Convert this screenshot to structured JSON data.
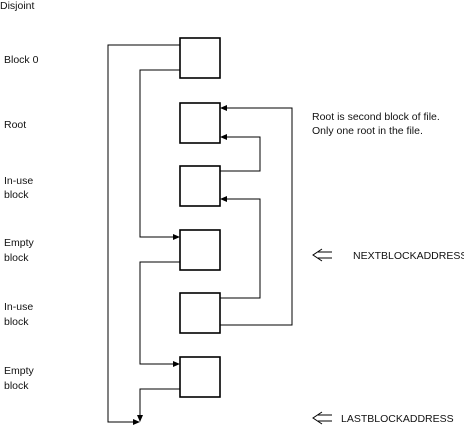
{
  "title": "Disjoint",
  "blocks": [
    {
      "label_lines": [
        "Block 0"
      ]
    },
    {
      "label_lines": [
        "Root"
      ]
    },
    {
      "label_lines": [
        "In-use",
        "block"
      ]
    },
    {
      "label_lines": [
        "Empty",
        "block"
      ]
    },
    {
      "label_lines": [
        "In-use",
        "block"
      ]
    },
    {
      "label_lines": [
        "Empty",
        "block"
      ]
    }
  ],
  "root_note": {
    "line1": "Root is second block of file.",
    "line2": "Only one root in the file."
  },
  "pointers": {
    "next_block_address": "NEXTBLOCKADDRESS",
    "last_block_address": "LASTBLOCKADDRESS"
  }
}
